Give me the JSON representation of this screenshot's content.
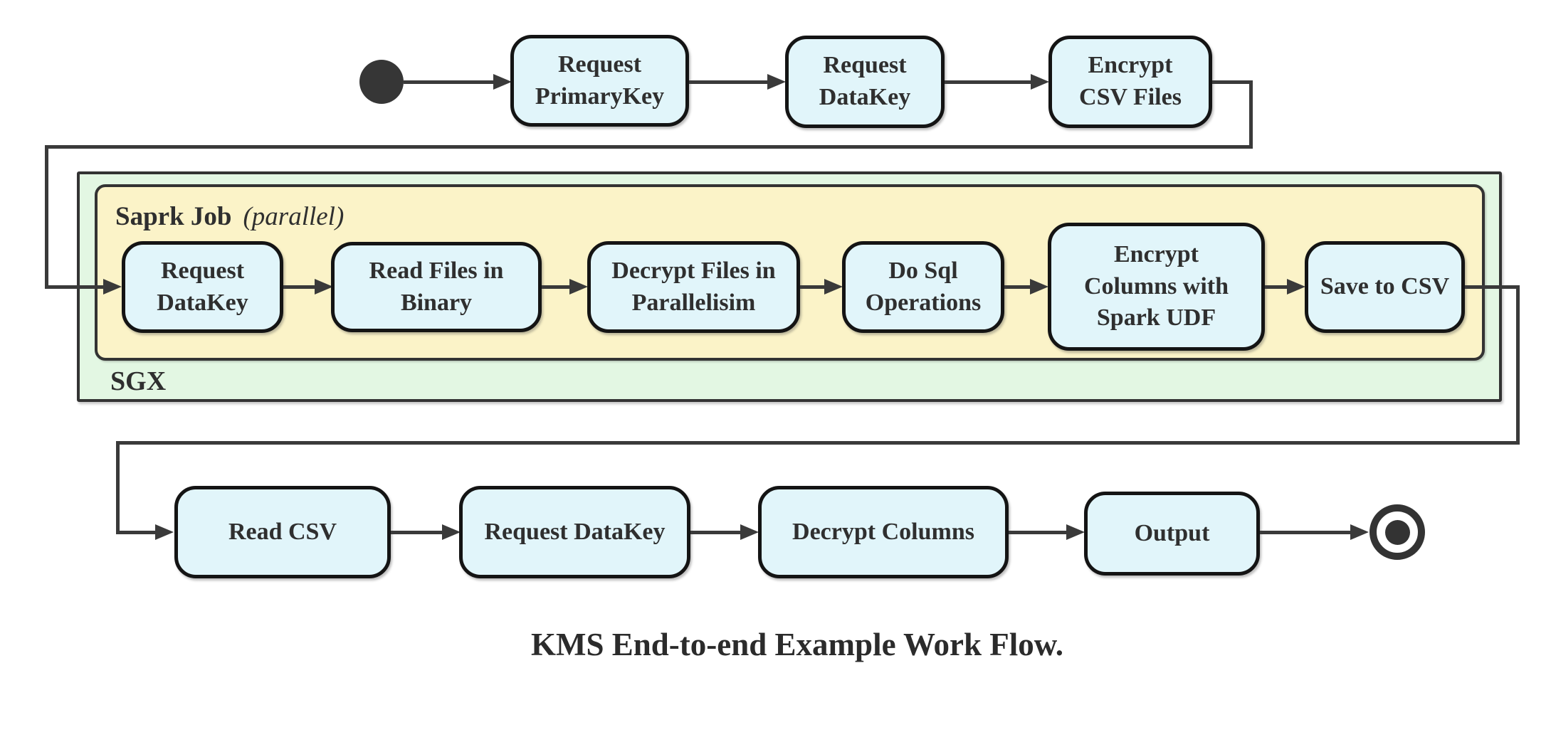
{
  "diagram": {
    "caption": "KMS End-to-end Example Work Flow.",
    "colors": {
      "node_fill": "#e1f5fa",
      "node_border": "#141414",
      "sgx_container_fill": "#e3f7e3",
      "spark_container_fill": "#fbf3c8",
      "container_border": "#333333",
      "flow_line": "#3a3a3a",
      "text": "#2f2f2f"
    },
    "containers": {
      "sgx": {
        "label": "SGX"
      },
      "spark": {
        "label": "Saprk Job",
        "label_suffix": "(parallel)"
      }
    },
    "nodes": {
      "start": {
        "type": "initial-state"
      },
      "request_primarykey": {
        "label": "Request\nPrimaryKey"
      },
      "request_datakey_top": {
        "label": "Request\nDataKey"
      },
      "encrypt_csv_files": {
        "label": "Encrypt\nCSV Files"
      },
      "request_datakey_sgx": {
        "label": "Request\nDataKey"
      },
      "read_files_in_binary": {
        "label": "Read Files in\nBinary"
      },
      "decrypt_files_in_parallelisim": {
        "label": "Decrypt Files in\nParallelisim"
      },
      "do_sql_operations": {
        "label": "Do Sql\nOperations"
      },
      "encrypt_columns_with_spark_udf": {
        "label": "Encrypt\nColumns with\nSpark UDF"
      },
      "save_to_csv": {
        "label": "Save to CSV"
      },
      "read_csv": {
        "label": "Read CSV"
      },
      "request_datakey_client": {
        "label": "Request DataKey"
      },
      "decrypt_columns": {
        "label": "Decrypt Columns"
      },
      "output": {
        "label": "Output"
      },
      "end": {
        "type": "final-state"
      }
    },
    "edges": [
      {
        "from": "start",
        "to": "request_primarykey"
      },
      {
        "from": "request_primarykey",
        "to": "request_datakey_top"
      },
      {
        "from": "request_datakey_top",
        "to": "encrypt_csv_files"
      },
      {
        "from": "encrypt_csv_files",
        "to": "request_datakey_sgx"
      },
      {
        "from": "request_datakey_sgx",
        "to": "read_files_in_binary"
      },
      {
        "from": "read_files_in_binary",
        "to": "decrypt_files_in_parallelisim"
      },
      {
        "from": "decrypt_files_in_parallelisim",
        "to": "do_sql_operations"
      },
      {
        "from": "do_sql_operations",
        "to": "encrypt_columns_with_spark_udf"
      },
      {
        "from": "encrypt_columns_with_spark_udf",
        "to": "save_to_csv"
      },
      {
        "from": "save_to_csv",
        "to": "read_csv"
      },
      {
        "from": "read_csv",
        "to": "request_datakey_client"
      },
      {
        "from": "request_datakey_client",
        "to": "decrypt_columns"
      },
      {
        "from": "decrypt_columns",
        "to": "output"
      },
      {
        "from": "output",
        "to": "end"
      }
    ]
  }
}
